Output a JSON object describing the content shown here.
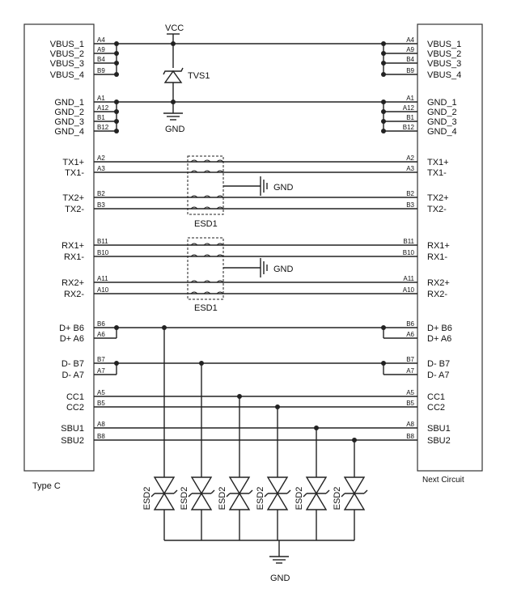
{
  "left_connector": {
    "title": "Type C",
    "vbus": [
      [
        "VBUS_1",
        "A4"
      ],
      [
        "VBUS_2",
        "A9"
      ],
      [
        "VBUS_3",
        "B4"
      ],
      [
        "VBUS_4",
        "B9"
      ]
    ],
    "gnd": [
      [
        "GND_1",
        "A1"
      ],
      [
        "GND_2",
        "A12"
      ],
      [
        "GND_3",
        "B1"
      ],
      [
        "GND_4",
        "B12"
      ]
    ],
    "tx": [
      [
        "TX1+",
        "A2"
      ],
      [
        "TX1-",
        "A3"
      ],
      [
        "TX2+",
        "B2"
      ],
      [
        "TX2-",
        "B3"
      ]
    ],
    "rx": [
      [
        "RX1+",
        "B11"
      ],
      [
        "RX1-",
        "B10"
      ],
      [
        "RX2+",
        "A11"
      ],
      [
        "RX2-",
        "A10"
      ]
    ],
    "dplus": [
      [
        "D+ B6",
        "B6"
      ],
      [
        "D+ A6",
        "A6"
      ]
    ],
    "dminus": [
      [
        "D- B7",
        "B7"
      ],
      [
        "D- A7",
        "A7"
      ]
    ],
    "cc": [
      [
        "CC1",
        "A5"
      ],
      [
        "CC2",
        "B5"
      ]
    ],
    "sbu": [
      [
        "SBU1",
        "A8"
      ],
      [
        "SBU2",
        "B8"
      ]
    ]
  },
  "right_connector": {
    "title": "Next Circuit"
  },
  "components": {
    "vcc": "VCC",
    "tvs": "TVS1",
    "gnd_top": "GND",
    "esd1_tx_gnd": "GND",
    "esd1_tx": "ESD1",
    "esd1_rx_gnd": "GND",
    "esd1_rx": "ESD1",
    "esd2": "ESD2",
    "gnd_bottom": "GND"
  },
  "colors": {
    "line": "#222222",
    "box": "#333333",
    "background": "#ffffff"
  }
}
